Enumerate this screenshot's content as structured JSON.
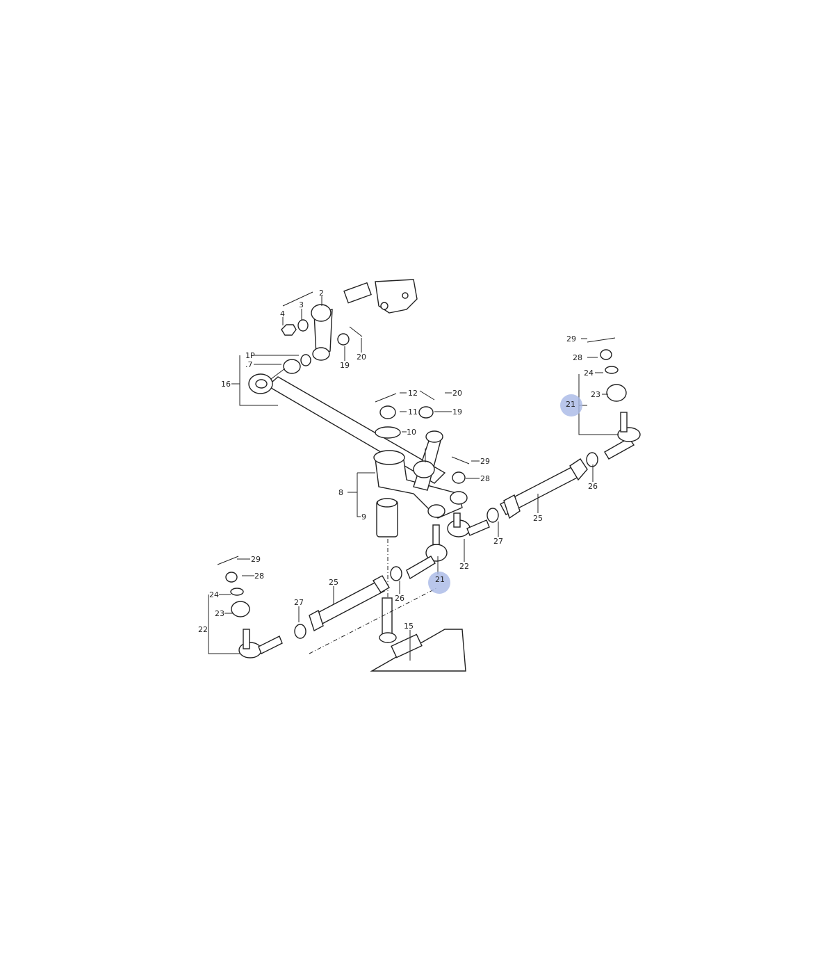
{
  "diagram": {
    "highlight_color": "#a8b8e6",
    "labels": [
      "2",
      "3",
      "4",
      "19",
      "20",
      "1P",
      ".7",
      "16",
      "12",
      "20",
      "11",
      "19",
      "10",
      "29",
      "28",
      "8",
      "9",
      "25",
      "26",
      "27",
      "22",
      "21",
      "26",
      "25",
      "27",
      "29",
      "28",
      "24",
      "23",
      "22",
      "15",
      "29",
      "28",
      "24",
      "23",
      "21"
    ]
  }
}
